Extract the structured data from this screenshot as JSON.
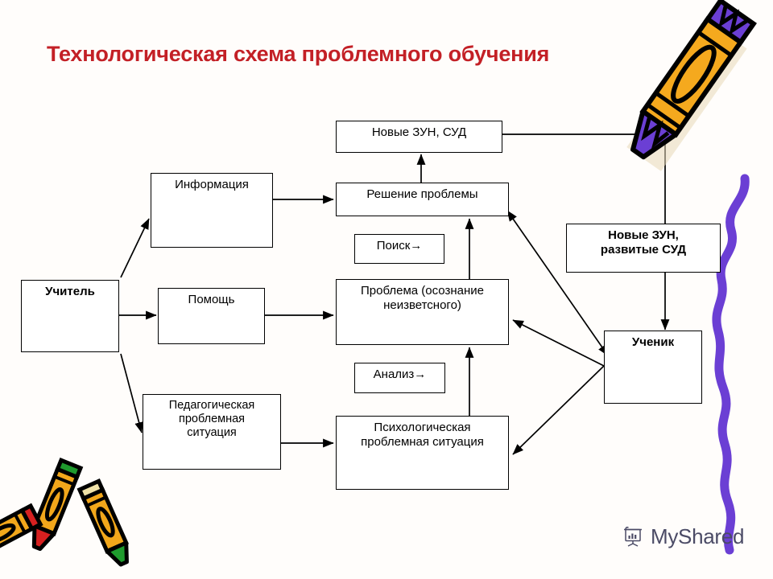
{
  "page": {
    "title": "Технологическая схема проблемного обучения",
    "background_color": "#fffdfb",
    "title_color": "#C32026",
    "line_color": "#000000"
  },
  "nodes": {
    "teacher": {
      "label": "Учитель",
      "bold": true
    },
    "information": {
      "label": "Информация",
      "bold": false
    },
    "help": {
      "label": "Помощь",
      "bold": false
    },
    "pedagogical_situation": {
      "line1": "Педагогическая",
      "line2": "проблемная",
      "line3": "ситуация",
      "bold": false
    },
    "new_zun_sud": {
      "label": "Новые ЗУН, СУД",
      "bold": false
    },
    "solution": {
      "label": "Решение проблемы",
      "bold": false
    },
    "search": {
      "label": "Поиск→",
      "bold": false
    },
    "problem": {
      "line1": "Проблема (осознание",
      "line2": "неизветсного)",
      "bold": false
    },
    "analysis": {
      "label": "Анализ→",
      "bold": false
    },
    "psychological_situation": {
      "line1": "Психологическая",
      "line2": "проблемная ситуация",
      "bold": false
    },
    "new_zun_developed_sud": {
      "line1": "Новые ЗУН,",
      "line2": "развитые СУД",
      "bold": true
    },
    "student": {
      "label": "Ученик",
      "bold": true
    }
  },
  "decorations": {
    "crayon_top_right": {
      "name": "orange-crayon",
      "body_color": "#F5A91E",
      "tip_color": "#6B3FD4",
      "outline_color": "#000000"
    },
    "crayons_bottom_left": {
      "name": "crayon-trio",
      "body_color": "#F2A71B",
      "tip_colors": [
        "#1F9B2E",
        "#D62020"
      ],
      "outline_color": "#000000"
    },
    "purple_squiggle": {
      "name": "purple-scribble",
      "color": "#6B3FD4"
    }
  },
  "watermark": {
    "text": "MyShared",
    "text_color": "#4B4B66",
    "icon": "presentation-chart-icon"
  }
}
